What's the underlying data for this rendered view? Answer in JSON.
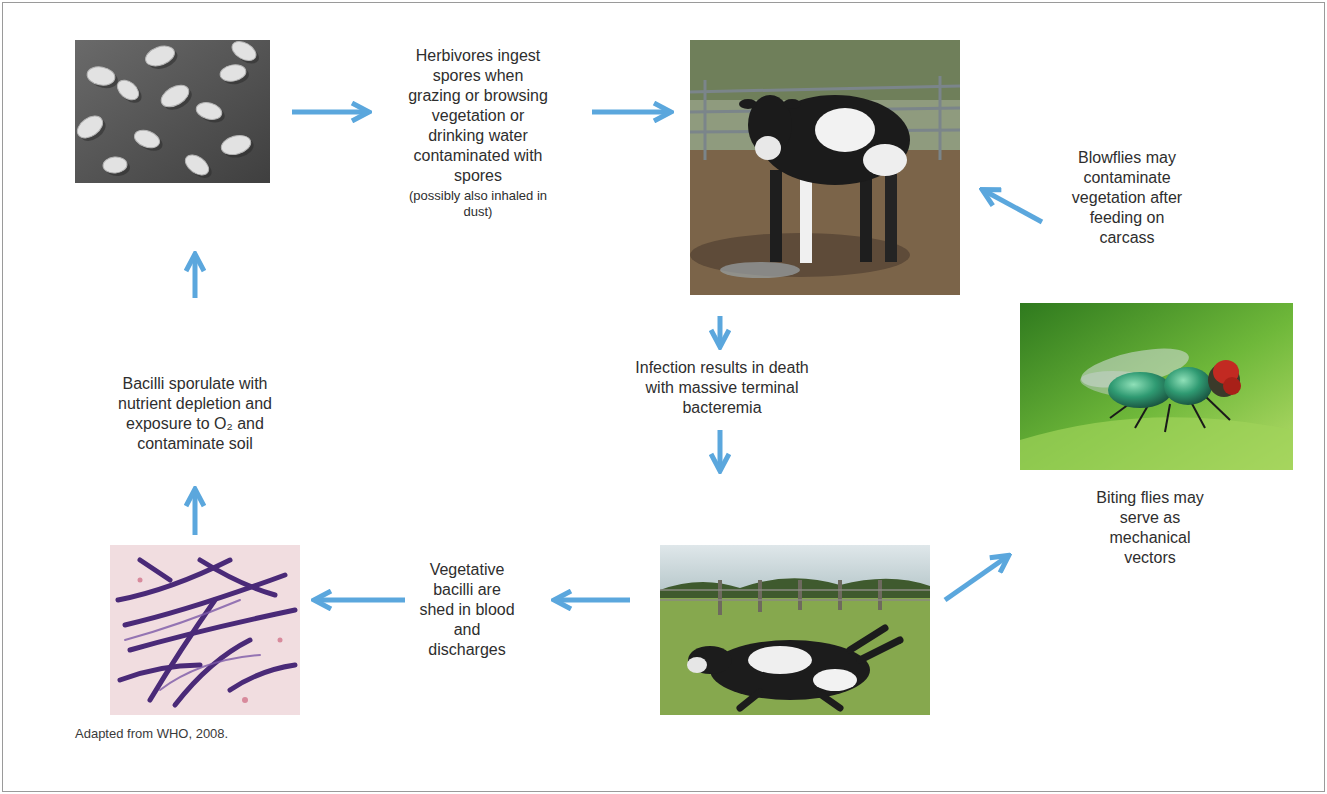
{
  "diagram": {
    "caption": "Adapted from WHO, 2008.",
    "labels": [
      "Herbivores ingest spores when grazing or browsing vegetation or drinking water contaminated with spores",
      "(possibly also inhaled in dust)",
      "Blowflies may contaminate vegetation after feeding on carcass",
      "Bacilli sporulate with nutrient depletion and exposure to O₂ and contaminate soil",
      "Infection results in death with massive terminal bacteremia",
      "Biting flies may serve as mechanical vectors",
      "Vegetative bacilli are shed in blood and discharges"
    ]
  }
}
